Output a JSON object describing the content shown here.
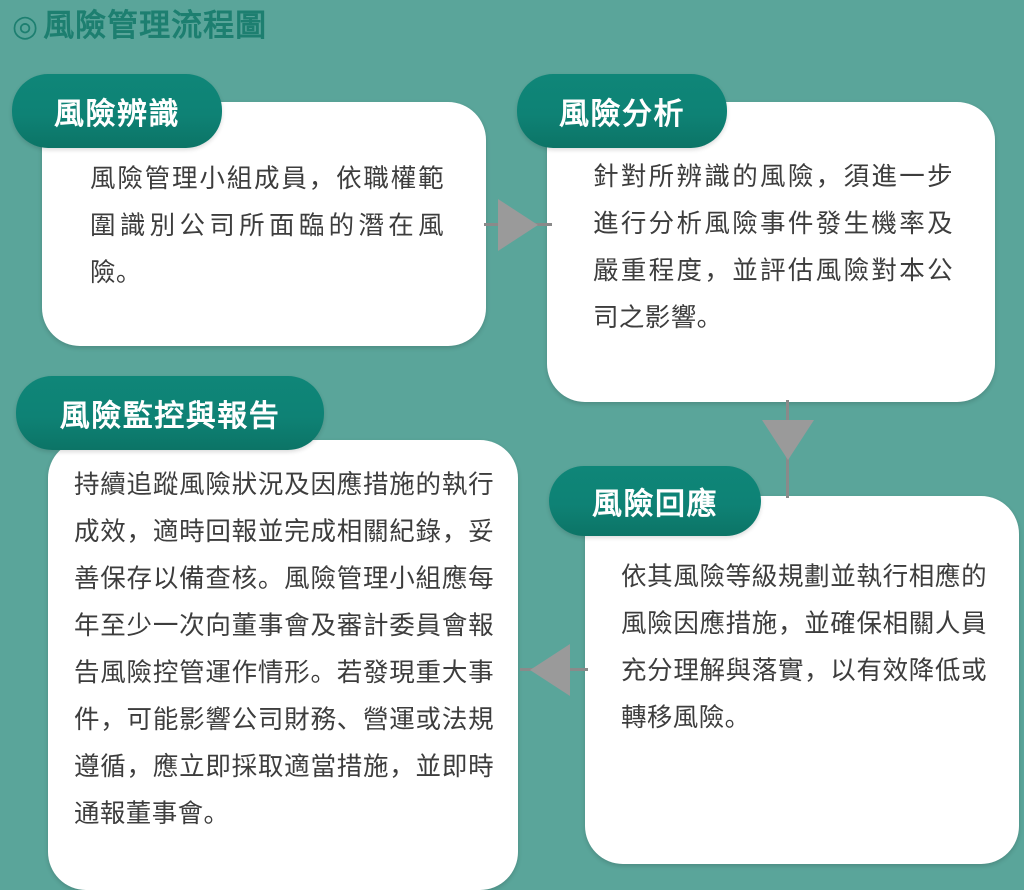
{
  "title": {
    "marker": "◎",
    "text": "風險管理流程圖"
  },
  "colors": {
    "background": "#5aa59a",
    "title_text": "#1d7f70",
    "pill_background": "#0e8275",
    "card_background": "#ffffff",
    "body_text": "#3d3d3d",
    "arrow": "#9a9a9a",
    "connector_line": "#8a8a8a"
  },
  "steps": [
    {
      "id": "identify",
      "heading": "風險辨識",
      "body": "風險管理小組成員，依職權範圍識別公司所面臨的潛在風險。"
    },
    {
      "id": "analysis",
      "heading": "風險分析",
      "body": "針對所辨識的風險，須進一步進行分析風險事件發生機率及嚴重程度，並評估風險對本公司之影響。"
    },
    {
      "id": "monitor",
      "heading": "風險監控與報告",
      "body": "持續追蹤風險狀況及因應措施的執行成效，適時回報並完成相關紀錄，妥善保存以備查核。風險管理小組應每年至少一次向董事會及審計委員會報告風險控管運作情形。若發現重大事件，可能影響公司財務、營運或法規遵循，應立即採取適當措施，並即時通報董事會。"
    },
    {
      "id": "response",
      "heading": "風險回應",
      "body": "依其風險等級規劃並執行相應的風險因應措施，並確保相關人員充分理解與落實，以有效降低或轉移風險。"
    }
  ],
  "connectors": [
    {
      "id": "identify-analysis",
      "from": "風險辨識",
      "to": "風險分析",
      "direction": "right"
    },
    {
      "id": "analysis-response",
      "from": "風險分析",
      "to": "風險回應",
      "direction": "down"
    },
    {
      "id": "response-monitor",
      "from": "風險回應",
      "to": "風險監控與報告",
      "direction": "left"
    }
  ]
}
